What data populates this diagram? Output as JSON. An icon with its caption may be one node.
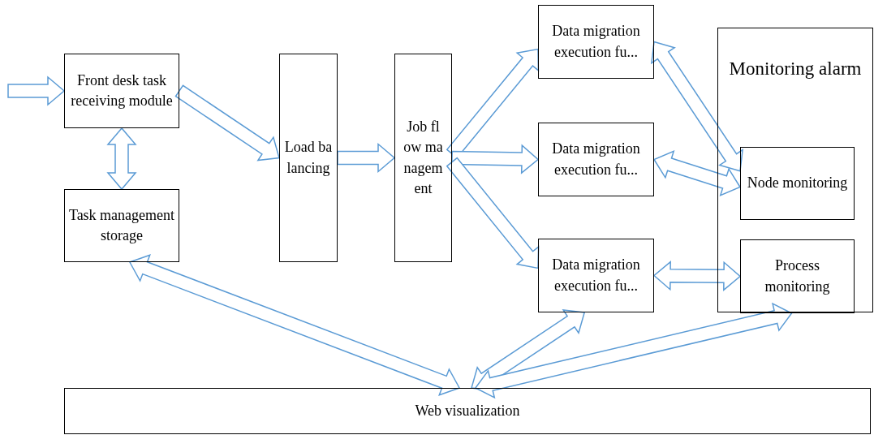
{
  "diagram": {
    "nodes": [
      {
        "text": [
          "Front desk task receiving module"
        ]
      },
      {
        "text": [
          "Task management storage"
        ]
      },
      {
        "text": [
          "Load balancing"
        ]
      },
      {
        "text": [
          "Job flow management"
        ]
      },
      {
        "text": [
          "Data migration execution fu..."
        ]
      },
      {
        "text": [
          "Data migration execution fu..."
        ]
      },
      {
        "text": [
          "Data migration execution fu..."
        ]
      },
      {
        "text": [
          "Monitoring alarm"
        ]
      },
      {
        "text": [
          "Node monitoring"
        ],
        "in": 7
      },
      {
        "text": [
          "Process monitoring"
        ],
        "in": 7
      },
      {
        "text": [
          "Web visualization"
        ]
      }
    ],
    "edges": [
      {
        "from": null,
        "to": 0,
        "arrow": "to"
      },
      {
        "from": 0,
        "to": 2,
        "arrow": "to"
      },
      {
        "from": 0,
        "to": 1,
        "arrow": "both"
      },
      {
        "from": 2,
        "to": 3,
        "arrow": "to"
      },
      {
        "from": 3,
        "to": 4,
        "arrow": "to"
      },
      {
        "from": 3,
        "to": 5,
        "arrow": "to"
      },
      {
        "from": 3,
        "to": 6,
        "arrow": "to"
      },
      {
        "from": 4,
        "to": 8,
        "arrow": "both"
      },
      {
        "from": 5,
        "to": 8,
        "arrow": "both"
      },
      {
        "from": 6,
        "to": 9,
        "arrow": "both"
      },
      {
        "from": 1,
        "to": 10,
        "arrow": "both"
      },
      {
        "from": 6,
        "to": 10,
        "arrow": "both"
      },
      {
        "from": 9,
        "to": 10,
        "arrow": "both"
      }
    ]
  }
}
